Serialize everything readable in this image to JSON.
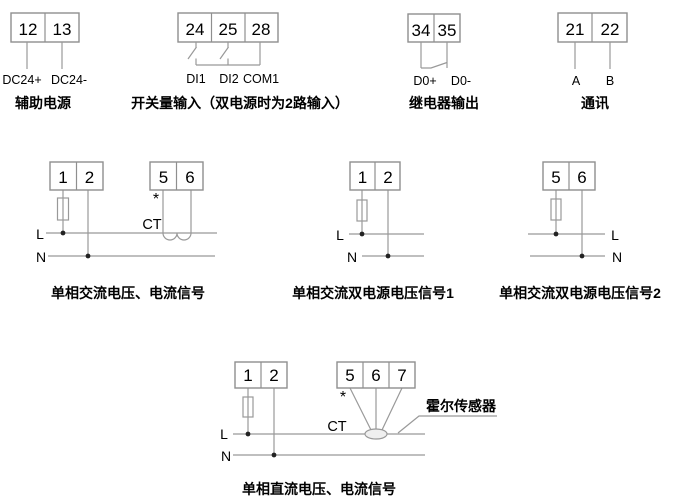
{
  "colors": {
    "line": "#999999",
    "text": "#000000",
    "background": "#ffffff"
  },
  "top_groups": [
    {
      "id": "auxiliary-power",
      "terminals": [
        "12",
        "13"
      ],
      "pins": [
        "DC24+",
        "DC24-"
      ],
      "caption": "辅助电源"
    },
    {
      "id": "digital-input",
      "terminals": [
        "24",
        "25",
        "28"
      ],
      "pins": [
        "DI1",
        "DI2",
        "COM1"
      ],
      "caption": "开关量输入（双电源时为2路输入）"
    },
    {
      "id": "relay-output",
      "terminals": [
        "34",
        "35"
      ],
      "pins": [
        "D0+",
        "D0-"
      ],
      "caption": "继电器输出"
    },
    {
      "id": "communication",
      "terminals": [
        "21",
        "22"
      ],
      "pins": [
        "A",
        "B"
      ],
      "caption": "通讯"
    }
  ],
  "wiring_diagrams": [
    {
      "id": "ac-single",
      "voltage_terminals": [
        "1",
        "2"
      ],
      "current_terminals": [
        "5",
        "6"
      ],
      "star": "*",
      "ct_label": "CT",
      "line_l": "L",
      "line_n": "N",
      "caption": "单相交流电压、电流信号"
    },
    {
      "id": "ac-dual-source-1",
      "voltage_terminals": [
        "1",
        "2"
      ],
      "line_l": "L",
      "line_n": "N",
      "caption": "单相交流双电源电压信号1"
    },
    {
      "id": "ac-dual-source-2",
      "voltage_terminals": [
        "5",
        "6"
      ],
      "line_l": "L",
      "line_n": "N",
      "caption": "单相交流双电源电压信号2"
    },
    {
      "id": "dc-single",
      "voltage_terminals": [
        "1",
        "2"
      ],
      "current_terminals": [
        "5",
        "6",
        "7"
      ],
      "star": "*",
      "ct_label": "CT",
      "line_l": "L",
      "line_n": "N",
      "hall_sensor_label": "霍尔传感器",
      "caption": "单相直流电压、电流信号"
    }
  ]
}
